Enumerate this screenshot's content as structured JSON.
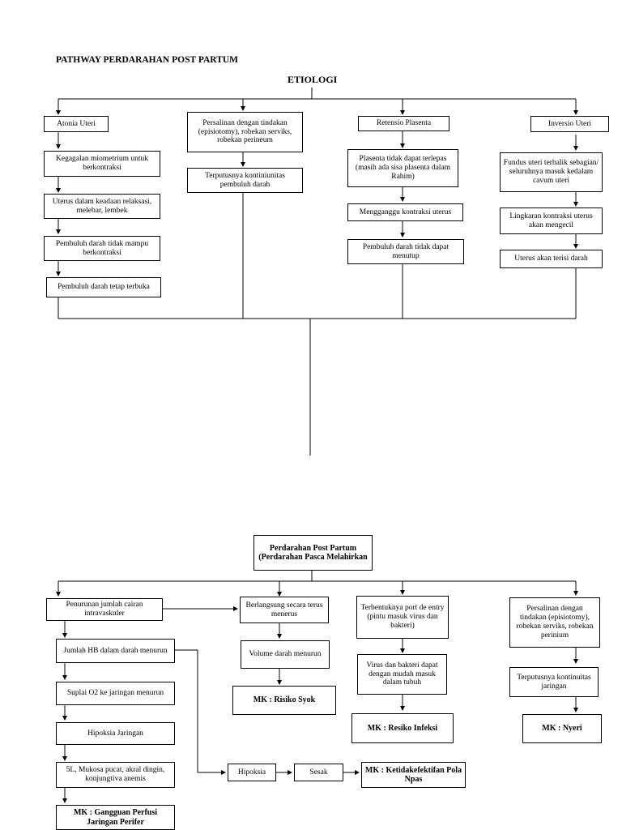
{
  "title": "PATHWAY PERDARAHAN POST PARTUM",
  "etiologi": "ETIOLOGI",
  "col1": {
    "atonia": "Atonia Uteri",
    "kegagalan": "Kegagalan miometrium untuk berkontraksi",
    "uterus_relaksasi": "Uterus dalam keadaan relaksasi, melebar, lembek",
    "pembuluh_tidak_mampu": "Pembuluh darah tidak mampu berkontraksi",
    "pembuluh_terbuka": "Pembuluh darah tetap terbuka"
  },
  "col2": {
    "persalinan": "Persalinan dengan tindakan (episiotomy), robekan serviks, robekan perineum",
    "terputusnya": "Terputusnya kontiniunitas pembuluh darah"
  },
  "col3": {
    "retensio": "Retensio Plasenta",
    "plasenta": "Plasenta tidak dapat terlepas (masih ada sisa plasenta dalam Rahim)",
    "mengganggu": "Mengganggu kontraksi uterus",
    "pembuluh_tidak_dapat": "Pembuluh darah tidak dapat menutup"
  },
  "col4": {
    "inversio": "Inversio Uteri",
    "fundus": "Fundus uteri terbalik sebagian/ seluruhnya masuk kedalam cavum uteri",
    "lingkaran": "Lingkaran kontraksi uterus akan mengecil",
    "terisi": "Uterus akan terisi darah"
  },
  "center": {
    "perdarahan_line1": "Perdarahan Post Partum",
    "perdarahan_line2": "(Perdarahan Pasca Melahirkan"
  },
  "bottom": {
    "penurunan": "Penurunan jumlah cairan intravaskuler",
    "jumlah_hb": "Jumlah HB dalam darah menurun",
    "suplai": "Suplai O2 ke jaringan menurun",
    "hipoksia_jaringan": "Hipoksia Jaringan",
    "gejala": "5L, Mukosa pucat, akral dingin, konjungtiva anemis",
    "mk_perfusi": "MK : Gangguan Perfusi Jaringan Perifer",
    "berlangsung": "Berlangsung secara terus menerus",
    "volume": "Volume darah menurun",
    "mk_syok": "MK : Risiko Syok",
    "port": "Terbentuknya port de entry (pintu masuk virus dan bakteri)",
    "virus": "Virus dan bakteri dapat dengan mudah masuk dalam tubuh",
    "mk_infeksi": "MK : Resiko Infeksi",
    "persalinan2": "Persalinan dengan tindakan (episiotomy), robekan serviks, robekan perinium",
    "terputusnya2": "Terputusnya kontinuitas jaringan",
    "mk_nyeri": "MK : Nyeri",
    "hipoksia": "Hipoksia",
    "sesak": "Sesak",
    "mk_npas": "MK : Ketidakefektifan Pola Npas"
  }
}
